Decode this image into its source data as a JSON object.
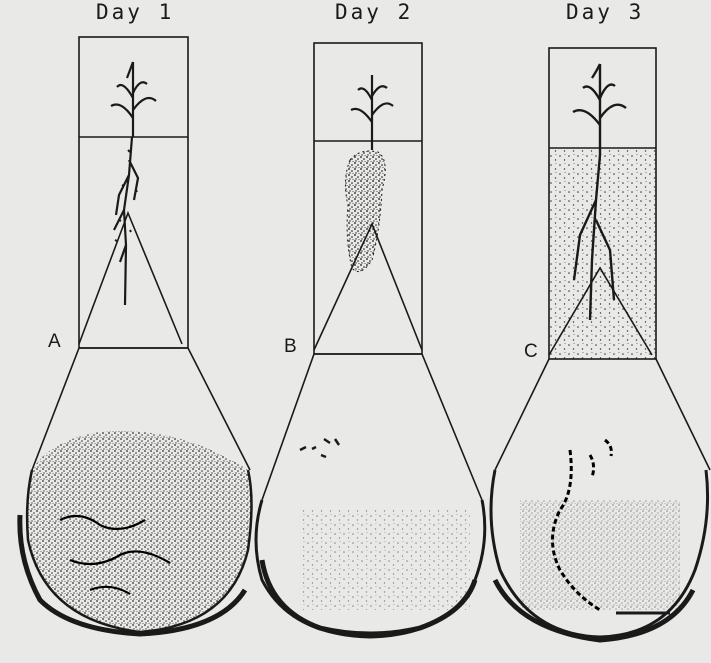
{
  "panels": [
    {
      "title": "Day 1",
      "label": "A"
    },
    {
      "title": "Day 2",
      "label": "B"
    },
    {
      "title": "Day 3",
      "label": "C"
    }
  ],
  "colors": {
    "ink": "#1a1a1a",
    "paper": "#e9e9e7"
  }
}
